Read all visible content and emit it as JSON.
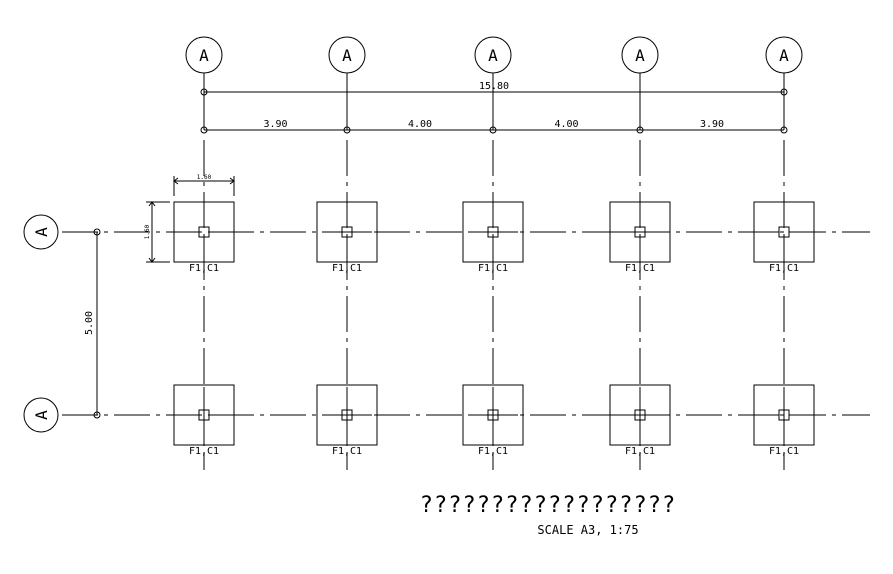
{
  "grid": {
    "column_bubble_label": "A",
    "row_bubble_label": "A",
    "column_count": 5,
    "row_count": 2
  },
  "dimensions": {
    "overall": "15.80",
    "spans": [
      "3.90",
      "4.00",
      "4.00",
      "3.90"
    ],
    "row_spacing": "5.00",
    "footing_width": "1.60",
    "footing_length": "1.60"
  },
  "footing_label": "F1,C1",
  "title": {
    "main": "??????????????????",
    "scale": "SCALE A3, 1:75"
  },
  "colors": {
    "line": "#000000",
    "background": "#ffffff"
  }
}
